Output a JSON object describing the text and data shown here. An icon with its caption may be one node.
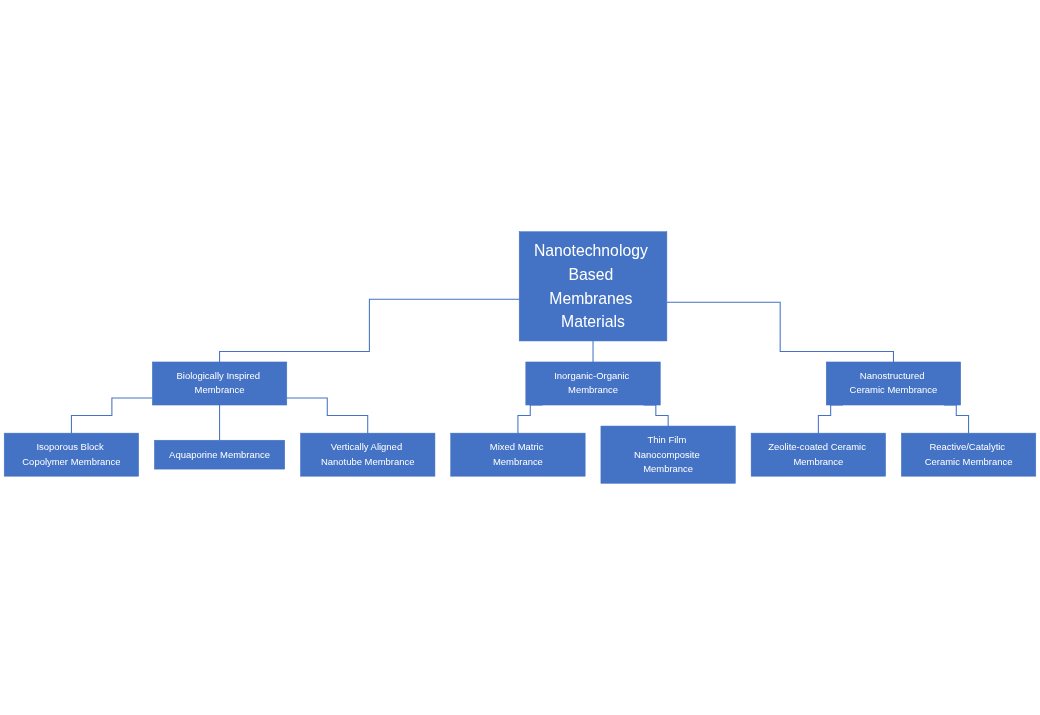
{
  "diagram": {
    "nodes": [
      {
        "text": [
          "Nanotechnology Based Membranes Materials"
        ]
      },
      {
        "text": [
          "Biologically Inspired Membrance"
        ]
      },
      {
        "text": [
          "Isoporous Block Copolymer Membrance"
        ]
      },
      {
        "text": [
          "Aquaporine Membrance"
        ]
      },
      {
        "text": [
          "Vertically Aligned Nanotube Membrance"
        ]
      },
      {
        "text": [
          "Inorganic-Organic Membrance"
        ]
      },
      {
        "text": [
          "Mixed Matric Membrance"
        ]
      },
      {
        "text": [
          "Thin Film Nanocomposite Membrance"
        ]
      },
      {
        "text": [
          "Nanostructured Ceramic Membrance"
        ]
      },
      {
        "text": [
          "Zeolite-coated Ceramic Membrance"
        ]
      },
      {
        "text": [
          "Reactive/Catalytic Ceramic Membrance"
        ]
      }
    ],
    "edges": [
      {
        "from": 0,
        "to": 1,
        "arrow": "none"
      },
      {
        "from": 0,
        "to": 5,
        "arrow": "none"
      },
      {
        "from": 0,
        "to": 8,
        "arrow": "none"
      },
      {
        "from": 1,
        "to": 2,
        "arrow": "none"
      },
      {
        "from": 1,
        "to": 3,
        "arrow": "none"
      },
      {
        "from": 1,
        "to": 4,
        "arrow": "none"
      },
      {
        "from": 5,
        "to": 6,
        "arrow": "none"
      },
      {
        "from": 5,
        "to": 7,
        "arrow": "none"
      },
      {
        "from": 8,
        "to": 9,
        "arrow": "none"
      },
      {
        "from": 8,
        "to": 10,
        "arrow": "none"
      }
    ]
  }
}
